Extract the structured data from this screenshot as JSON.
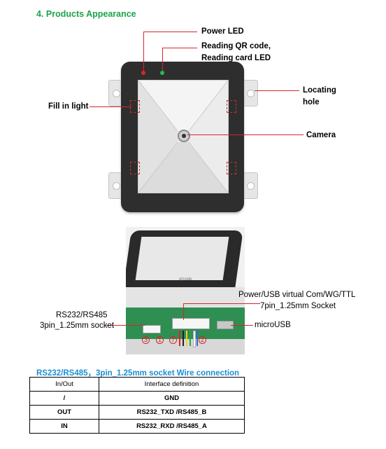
{
  "section_title": "4.  Products Appearance",
  "top_view": {
    "power_led": "Power LED",
    "reading_led_line1": "Reading QR code,",
    "reading_led_line2": "Reading card LED",
    "locating_line1": "Locating",
    "locating_line2": "hole",
    "fill_in_light": "Fill in light",
    "camera": "Camera",
    "led_colors": {
      "power": "#e02424",
      "reading": "#1fbf4a"
    }
  },
  "bottom_view": {
    "power_line1": "Power/USB virtual Com/WG/TTL",
    "power_line2": "7pin_1.25mm Socket",
    "rs_line1": "RS232/RS485",
    "rs_line2": "3pin_1.25mm socket",
    "micro_usb": "microUSB",
    "pin_labels": [
      "3",
      "1",
      "7",
      "2"
    ],
    "photo_caption": "qrcode"
  },
  "table": {
    "title": "RS232/RS485，3pin_1.25mm socket Wire connection",
    "headers": [
      "In/Out",
      "Interface definition"
    ],
    "rows": [
      [
        "/",
        "GND"
      ],
      [
        "OUT",
        "RS232_TXD /RS485_B"
      ],
      [
        "IN",
        "RS232_RXD /RS485_A"
      ]
    ]
  },
  "colors": {
    "heading": "#1aa34a",
    "table_title": "#1b8fd6",
    "callout": "#d7262a"
  }
}
